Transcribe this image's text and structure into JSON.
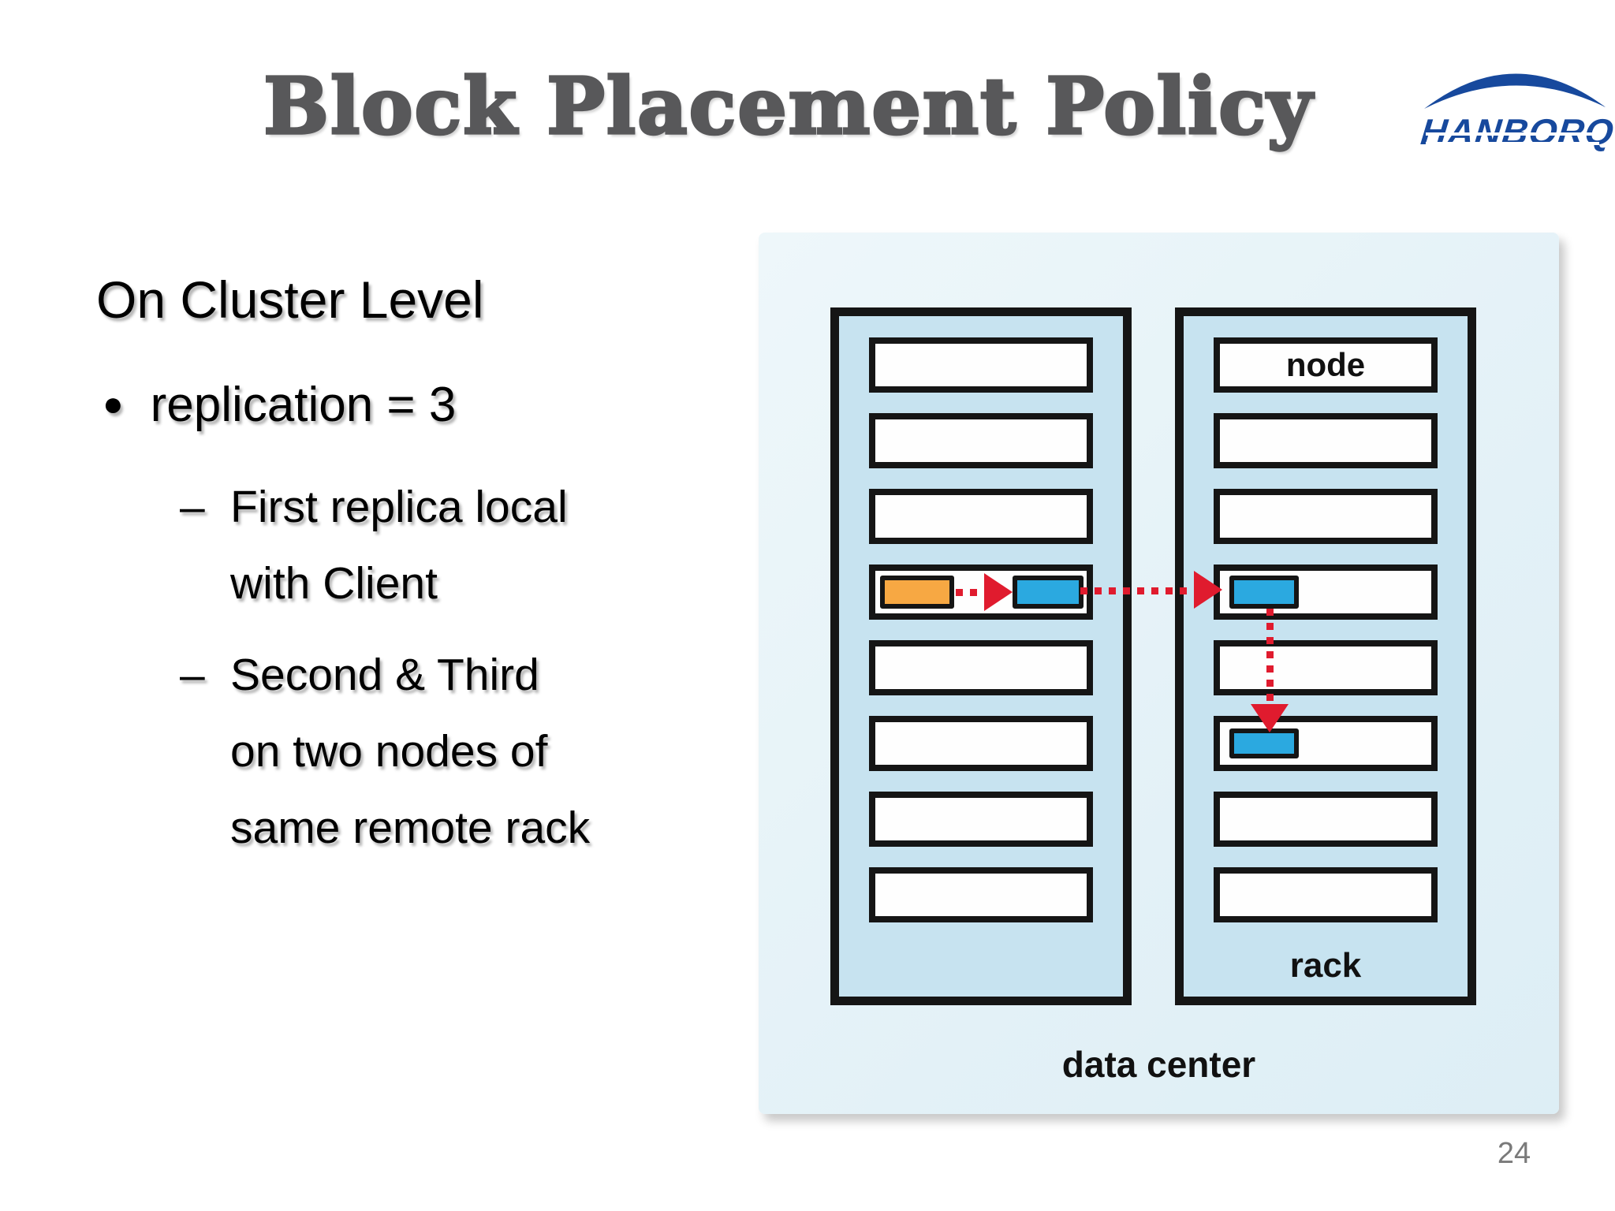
{
  "slide": {
    "title": "Block Placement Policy",
    "page_number": "24"
  },
  "logo": {
    "text": "HANBORQ",
    "brand_color": "#17499d"
  },
  "content": {
    "heading": "On Cluster Level",
    "bullet_marker": "●",
    "dash_marker": "–",
    "bullet_text": "replication = 3",
    "sub1": {
      "lines": [
        "First replica local",
        "with Client"
      ]
    },
    "sub2": {
      "lines": [
        "Second & Third",
        "on two nodes of",
        "same remote rack"
      ]
    }
  },
  "diagram": {
    "labels": {
      "node": "node",
      "rack": "rack",
      "data_center": "data center"
    },
    "left_rack_slot_count": 8,
    "right_rack_slot_count": 8,
    "blocks": {
      "client_block": "first replica (local with client)",
      "second_replica": "second replica (remote rack)",
      "third_replica": "third replica (same remote rack)"
    },
    "colors": {
      "panel_bg": "#e6f2f8",
      "rack_fill": "#c7e3f0",
      "slot_fill": "#fefefe",
      "outline": "#151515",
      "client_block": "#f7a843",
      "replica_block": "#2ba9e0",
      "arrow": "#e01b2e",
      "title_gray": "#58585a"
    }
  }
}
